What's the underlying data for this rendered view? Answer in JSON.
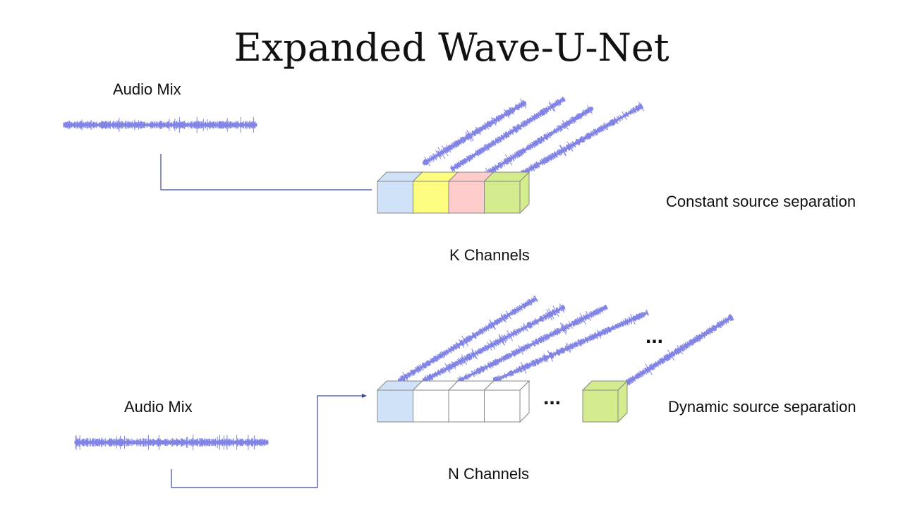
{
  "title": "Expanded Wave-U-Net",
  "top_section": {
    "input_label": "Audio Mix",
    "channels_label": "K Channels",
    "mode_label": "Constant source separation",
    "channel_colors": [
      "#cfe2f7",
      "#fdfd80",
      "#ffcccc",
      "#d4eb8e"
    ]
  },
  "bottom_section": {
    "input_label": "Audio Mix",
    "channels_label": "N Channels",
    "mode_label": "Dynamic source separation",
    "channel_colors": [
      "#cfe2f7",
      "#ffffff",
      "#ffffff",
      "#ffffff"
    ],
    "last_channel_color": "#d4eb8e",
    "ellipsis": "..."
  },
  "colors": {
    "waveform": "#6b6fe0",
    "connector": "#3a4a9a",
    "cube_stroke": "#888888"
  }
}
